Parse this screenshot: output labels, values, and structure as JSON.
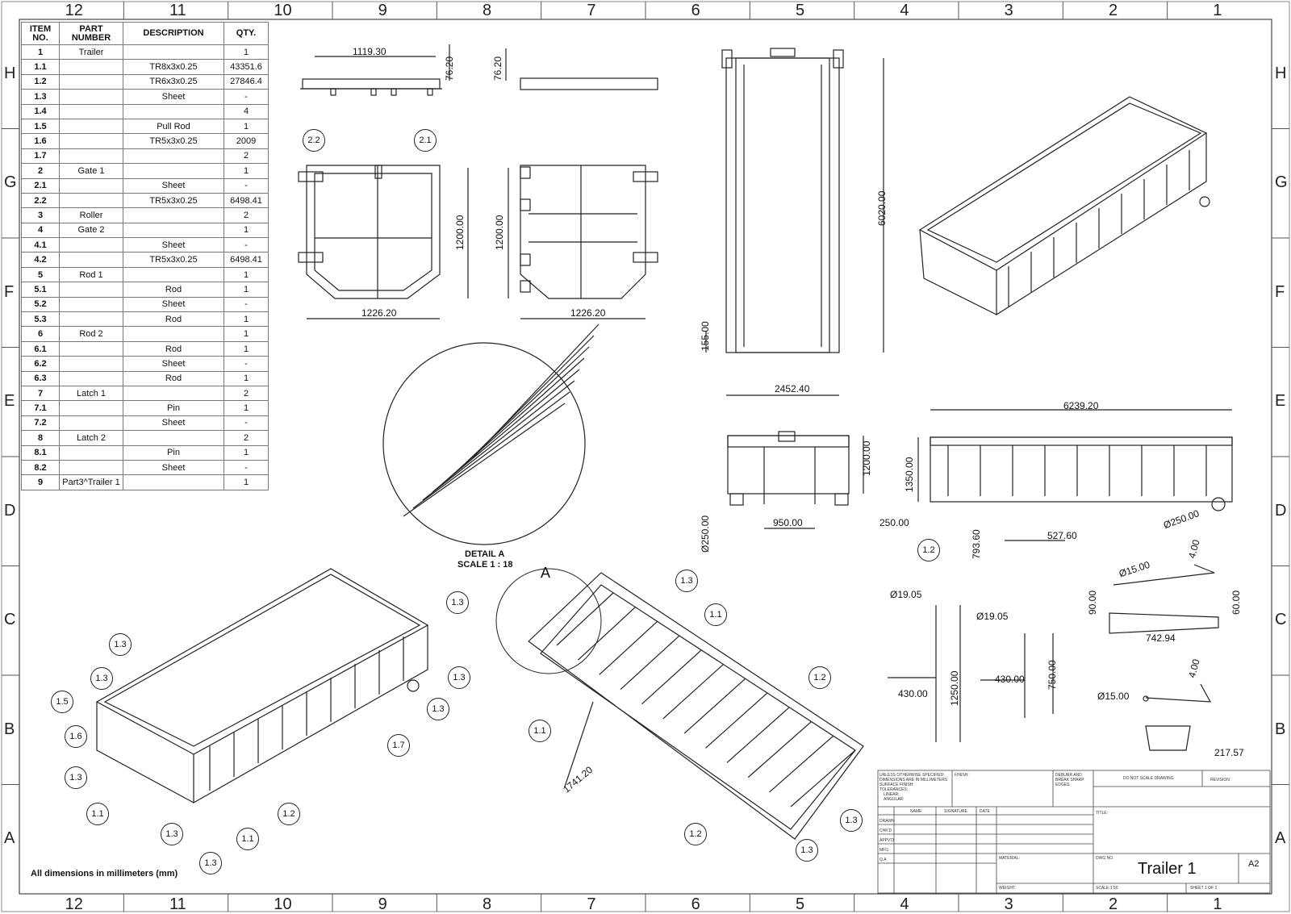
{
  "zones": {
    "columns": [
      "12",
      "11",
      "10",
      "9",
      "8",
      "7",
      "6",
      "5",
      "4",
      "3",
      "2",
      "1"
    ],
    "rows": [
      "H",
      "G",
      "F",
      "E",
      "D",
      "C",
      "B",
      "A"
    ]
  },
  "bom": {
    "headers": [
      "ITEM NO.",
      "PART NUMBER",
      "DESCRIPTION",
      "QTY."
    ],
    "rows": [
      [
        "1",
        "Trailer",
        "",
        "1"
      ],
      [
        "1.1",
        "",
        "TR8x3x0.25",
        "43351.6"
      ],
      [
        "1.2",
        "",
        "TR6x3x0.25",
        "27846.4"
      ],
      [
        "1.3",
        "",
        "Sheet",
        "-"
      ],
      [
        "1.4",
        "",
        "",
        "4"
      ],
      [
        "1.5",
        "",
        "Pull Rod",
        "1"
      ],
      [
        "1.6",
        "",
        "TR5x3x0.25",
        "2009"
      ],
      [
        "1.7",
        "",
        "",
        "2"
      ],
      [
        "2",
        "Gate 1",
        "",
        "1"
      ],
      [
        "2.1",
        "",
        "Sheet",
        "-"
      ],
      [
        "2.2",
        "",
        "TR5x3x0.25",
        "6498.41"
      ],
      [
        "3",
        "Roller",
        "",
        "2"
      ],
      [
        "4",
        "Gate 2",
        "",
        "1"
      ],
      [
        "4.1",
        "",
        "Sheet",
        "-"
      ],
      [
        "4.2",
        "",
        "TR5x3x0.25",
        "6498.41"
      ],
      [
        "5",
        "Rod 1",
        "",
        "1"
      ],
      [
        "5.1",
        "",
        "Rod",
        "1"
      ],
      [
        "5.2",
        "",
        "Sheet",
        "-"
      ],
      [
        "5.3",
        "",
        "Rod",
        "1"
      ],
      [
        "6",
        "Rod 2",
        "",
        "1"
      ],
      [
        "6.1",
        "",
        "Rod",
        "1"
      ],
      [
        "6.2",
        "",
        "Sheet",
        "-"
      ],
      [
        "6.3",
        "",
        "Rod",
        "1"
      ],
      [
        "7",
        "Latch 1",
        "",
        "2"
      ],
      [
        "7.1",
        "",
        "Pin",
        "1"
      ],
      [
        "7.2",
        "",
        "Sheet",
        "-"
      ],
      [
        "8",
        "Latch 2",
        "",
        "2"
      ],
      [
        "8.1",
        "",
        "Pin",
        "1"
      ],
      [
        "8.2",
        "",
        "Sheet",
        "-"
      ],
      [
        "9",
        "Part3^Trailer 1",
        "",
        "1"
      ]
    ]
  },
  "dims": {
    "d1119": "1119.30",
    "d7620a": "76.20",
    "d7620b": "76.20",
    "d1200a": "1200.00",
    "d1200b": "1200.00",
    "d1226a": "1226.20",
    "d1226b": "1226.20",
    "d6020": "6020.00",
    "d155": "155.00",
    "d2452": "2452.40",
    "d6239": "6239.20",
    "d1350": "1350.00",
    "d1200c": "1200.00",
    "d250a": "Ø250.00",
    "d950": "950.00",
    "d250b": "250.00",
    "d793": "793.60",
    "d527": "527.60",
    "d250c": "Ø250.00",
    "d1905a": "Ø19.05",
    "d1905b": "Ø19.05",
    "d1250": "1250.00",
    "d430a": "430.00",
    "d430b": "430.00",
    "d750": "750.00",
    "d15a": "Ø15.00",
    "d4a": "4.00",
    "d90": "90.00",
    "d60": "60.00",
    "d742": "742.94",
    "d15b": "Ø15.00",
    "d4b": "4.00",
    "d217": "217.57",
    "d1741": "1741.20"
  },
  "balloons": {
    "b22": "2.2",
    "b21": "2.1",
    "b12a": "1.2",
    "b13a": "1.3",
    "b13b": "1.3",
    "b15": "1.5",
    "b16": "1.6",
    "b13c": "1.3",
    "b11a": "1.1",
    "b13d": "1.3",
    "b13e": "1.3",
    "b11b": "1.1",
    "b12b": "1.2",
    "b13f": "1.3",
    "b13g": "1.3",
    "b13h": "1.3",
    "b17": "1.7",
    "b13i": "1.3",
    "b11c": "1.1",
    "b11d": "1.1",
    "b12c": "1.2",
    "b12d": "1.2",
    "b13j": "1.3",
    "b13k": "1.3"
  },
  "detail": {
    "name": "DETAIL A",
    "scale": "SCALE 1 : 18",
    "view_letter": "A"
  },
  "notes": {
    "units": "All dimensions in millimeters (mm)"
  },
  "title_block": {
    "general": "UNLESS OTHERWISE SPECIFIED:",
    "general2": "DIMENSIONS ARE IN MILLIMETERS",
    "general3": "SURFACE FINISH:",
    "general4": "TOLERANCES:",
    "general5": "LINEAR:",
    "general6": "ANGULAR:",
    "finish": "FINISH:",
    "deburr": "DEBURR AND",
    "deburr2": "BREAK SHARP",
    "deburr3": "EDGES",
    "noscale": "DO NOT SCALE DRAWING",
    "revision": "REVISION",
    "name": "NAME",
    "signature": "SIGNATURE",
    "date": "DATE",
    "title_label": "TITLE:",
    "drawn": "DRAWN",
    "chkd": "CHK'D",
    "appvd": "APPV'D",
    "mfg": "MFG",
    "qa": "Q.A",
    "material": "MATERIAL:",
    "weight": "WEIGHT:",
    "dwgno": "DWG NO.",
    "title": "Trailer 1",
    "size": "A2",
    "scale": "SCALE:1:50",
    "sheet": "SHEET 1 OF 2"
  }
}
